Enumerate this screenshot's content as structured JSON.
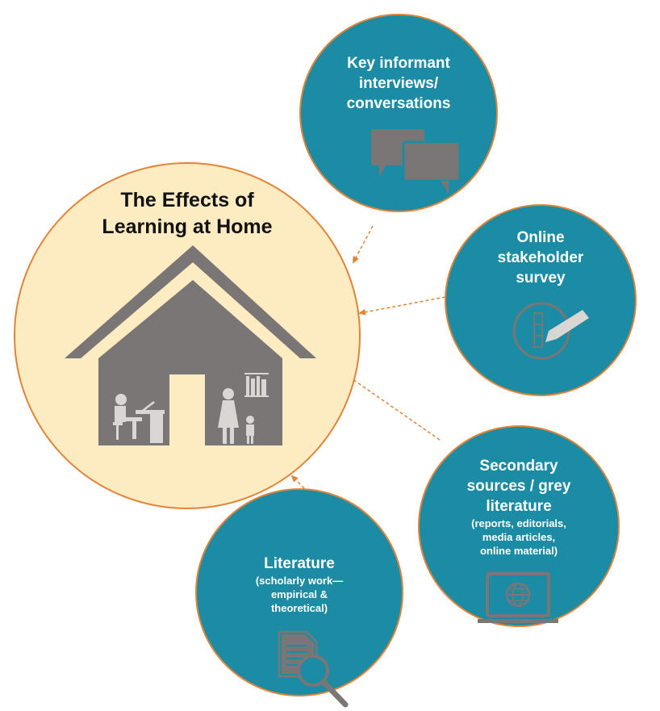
{
  "colors": {
    "main_circle_fill": "#fdebc1",
    "main_circle_stroke": "#e0843a",
    "node_fill": "#1c8ba4",
    "node_stroke": "#e0843a",
    "icon_grey": "#7b7676",
    "connector": "#e0843a"
  },
  "main": {
    "title_line1": "The Effects of",
    "title_line2": "Learning at Home"
  },
  "nodes": {
    "interviews": {
      "line1": "Key informant",
      "line2": "interviews/",
      "line3": "conversations",
      "icon": "speech-bubbles-icon"
    },
    "survey": {
      "line1": "Online",
      "line2": "stakeholder",
      "line3": "survey",
      "icon": "survey-pencil-icon"
    },
    "secondary": {
      "line1": "Secondary",
      "line2": "sources / grey",
      "line3": "literature",
      "sub1": "(reports, editorials,",
      "sub2": "media articles,",
      "sub3": "online material)",
      "icon": "laptop-globe-icon"
    },
    "literature": {
      "line1": "Literature",
      "sub1": "(scholarly work—",
      "sub2": "empirical &",
      "sub3": "theoretical)",
      "icon": "document-magnifier-icon"
    }
  }
}
